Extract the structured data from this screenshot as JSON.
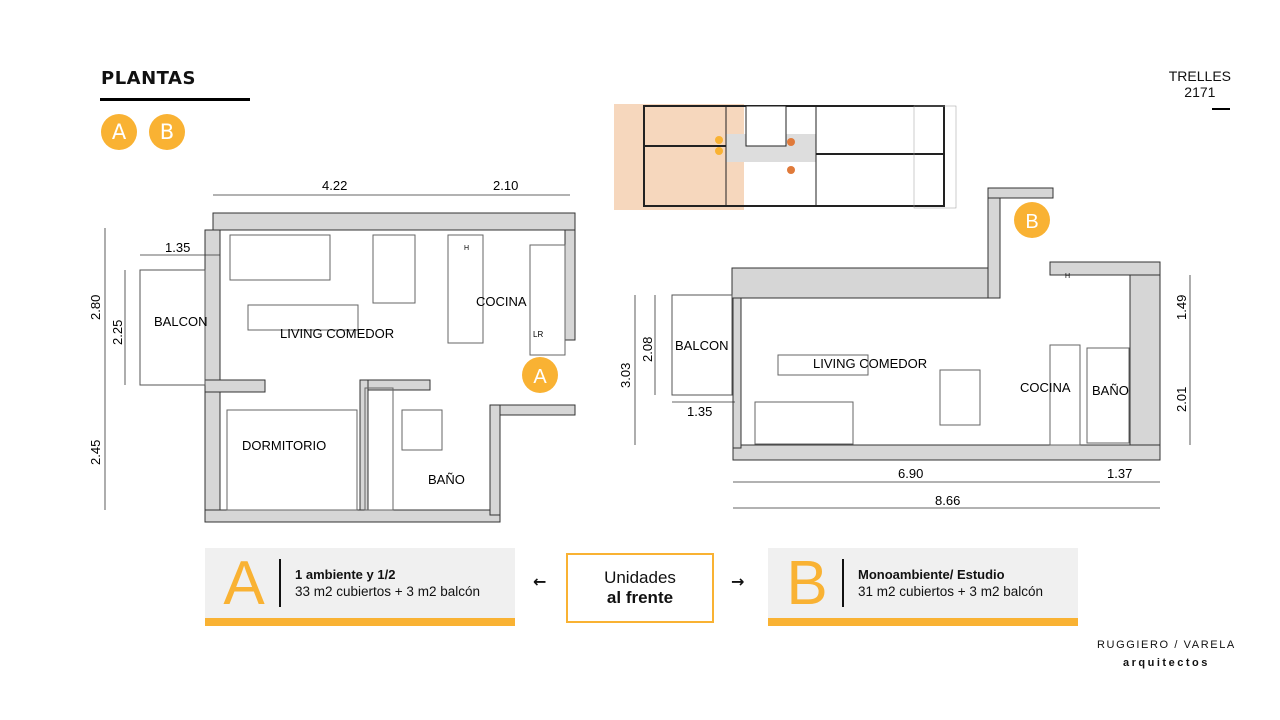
{
  "header": {
    "title": "PLANTAS",
    "units": [
      "A",
      "B"
    ]
  },
  "project": {
    "line1": "TRELLES",
    "line2": "2171"
  },
  "plan_a": {
    "badge": "A",
    "rooms": {
      "balcon": "BALCON",
      "living": "LIVING COMEDOR",
      "cocina": "COCINA",
      "dormitorio": "DORMITORIO",
      "bano": "BAÑO",
      "lr": "LR",
      "h": "H"
    },
    "dims": {
      "top1": "4.22",
      "top2": "2.10",
      "balcon_w": "1.35",
      "left_total": "2.80",
      "left_balcon": "2.25",
      "left_bottom": "2.45"
    }
  },
  "plan_b": {
    "badge": "B",
    "rooms": {
      "balcon": "BALCON",
      "living": "LIVING COMEDOR",
      "cocina": "COCINA",
      "bano": "BAÑO",
      "h": "H"
    },
    "dims": {
      "left_total": "3.03",
      "left_balcon": "2.08",
      "balcon_w": "1.35",
      "bottom1": "6.90",
      "bottom2": "1.37",
      "bottom_total": "8.66",
      "right1": "1.49",
      "right2": "2.01"
    }
  },
  "cards": [
    {
      "letter": "A",
      "title": "1 ambiente y 1/2",
      "subtitle": "33 m2 cubiertos + 3 m2 balcón"
    },
    {
      "letter": "B",
      "title": "Monoambiente/ Estudio",
      "subtitle": "31 m2 cubiertos + 3 m2 balcón"
    }
  ],
  "center": {
    "line1": "Unidades",
    "line2": "al frente",
    "left_arrow": "←",
    "right_arrow": "→"
  },
  "firm": {
    "name": "RUGGIERO / VARELA",
    "sub": "arquitectos"
  },
  "colors": {
    "accent": "#f9b233",
    "key_highlight": "#f6d7bd"
  }
}
